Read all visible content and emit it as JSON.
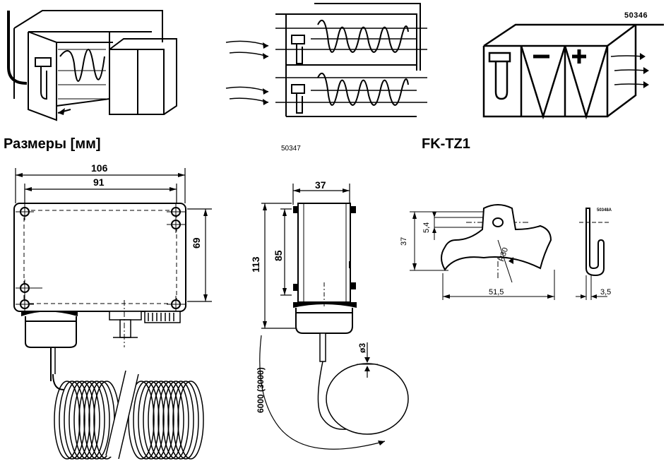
{
  "top_illustrations": {
    "code_50346": "50346"
  },
  "dimensions_section": {
    "heading": "Размеры [мм]",
    "code_50347": "50347",
    "model": "FK-TZ1"
  },
  "front_view": {
    "width_overall": "106",
    "width_holes": "91",
    "height_holes": "69"
  },
  "side_view": {
    "depth": "37",
    "height_overall": "113",
    "height_body": "85",
    "capillary_length": "6000 (3000)",
    "capillary_diameter": "ø3"
  },
  "bracket_view": {
    "code": "50348A",
    "height": "37",
    "hole_offset": "5,4",
    "radius": "R30",
    "width": "51,5",
    "thickness": "3,5"
  }
}
